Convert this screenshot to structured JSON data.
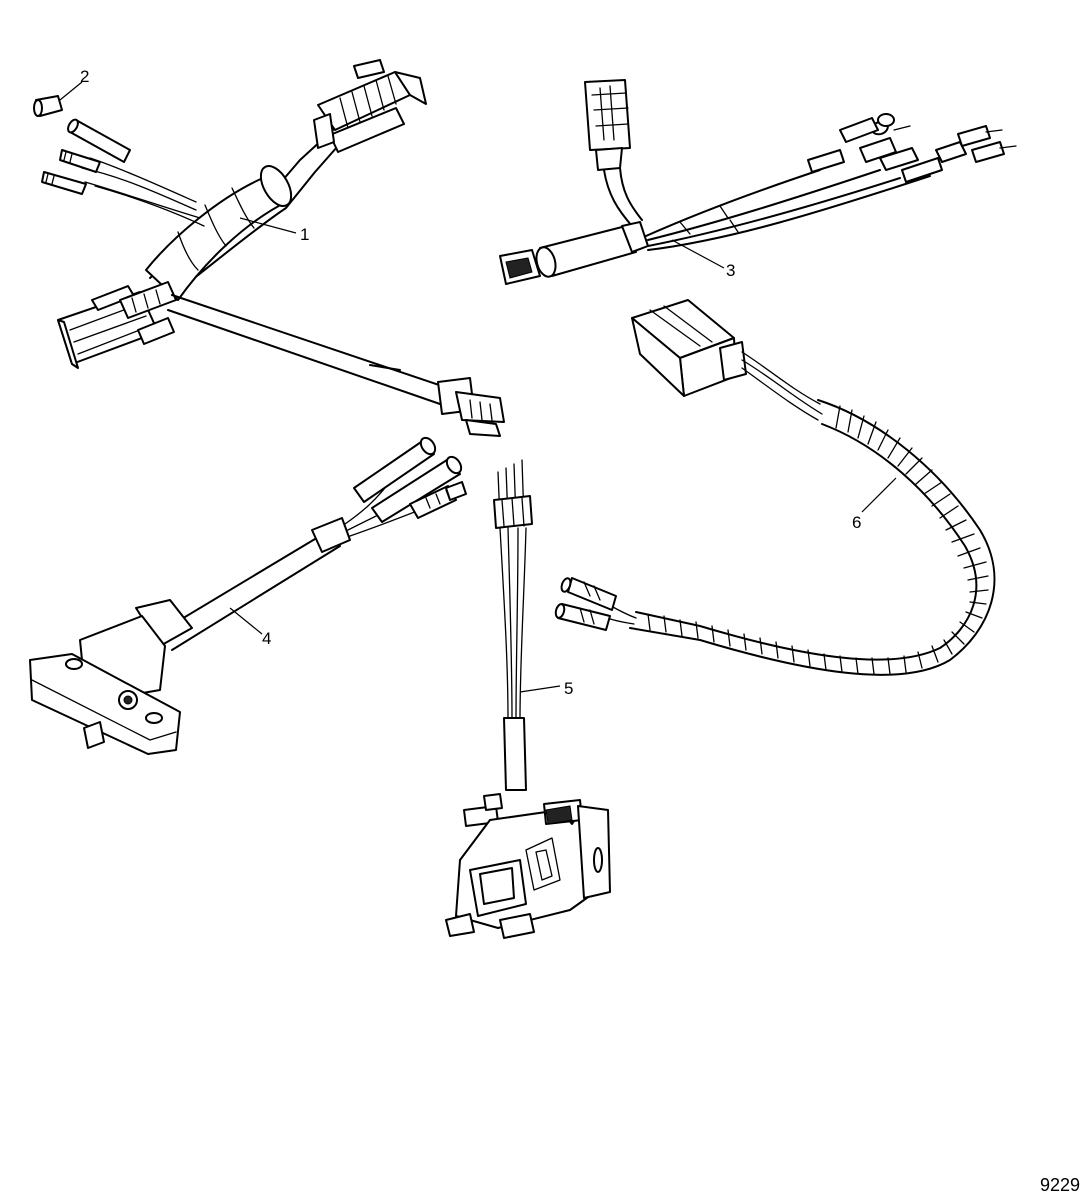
{
  "callouts": {
    "item_1": "1",
    "item_2": "2",
    "item_3": "3",
    "item_4": "4",
    "item_5": "5",
    "item_6": "6"
  },
  "figure_number": "9229"
}
